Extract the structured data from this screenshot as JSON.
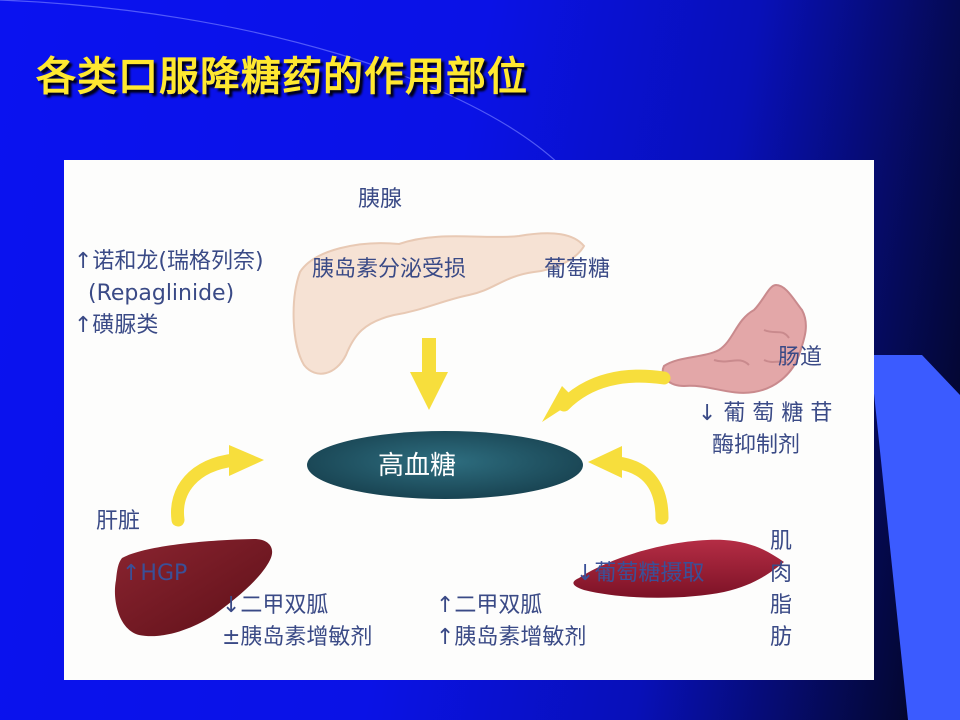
{
  "slide": {
    "title": "各类口服降糖药的作用部位"
  },
  "diagram": {
    "center": "高血糖",
    "pancreas": {
      "name": "胰腺",
      "defect": "胰岛素分泌受损",
      "glucose": "葡萄糖",
      "drugs": "↑诺和龙(瑞格列奈)\n  (Repaglinide)\n↑磺脲类"
    },
    "intestine": {
      "name": "肠道",
      "drugs": "↓ 葡 萄 糖 苷\n  酶抑制剂"
    },
    "liver": {
      "name": "肝脏",
      "effect": "↑HGP",
      "drugs": "↓二甲双胍\n±胰岛素增敏剂"
    },
    "muscle_fat": {
      "name": "肌肉脂肪",
      "effect": "↓葡萄糖摄取",
      "drugs": "↑二甲双胍\n↑胰岛素增敏剂"
    },
    "colors": {
      "pancreas": "#f6e2d4",
      "intestine": "#e3a7a8",
      "liver": "#7a1a22",
      "muscle": "#a01e34",
      "hub": "#1f5262",
      "arrow": "#f7de3c",
      "label": "#3a4a86"
    }
  }
}
